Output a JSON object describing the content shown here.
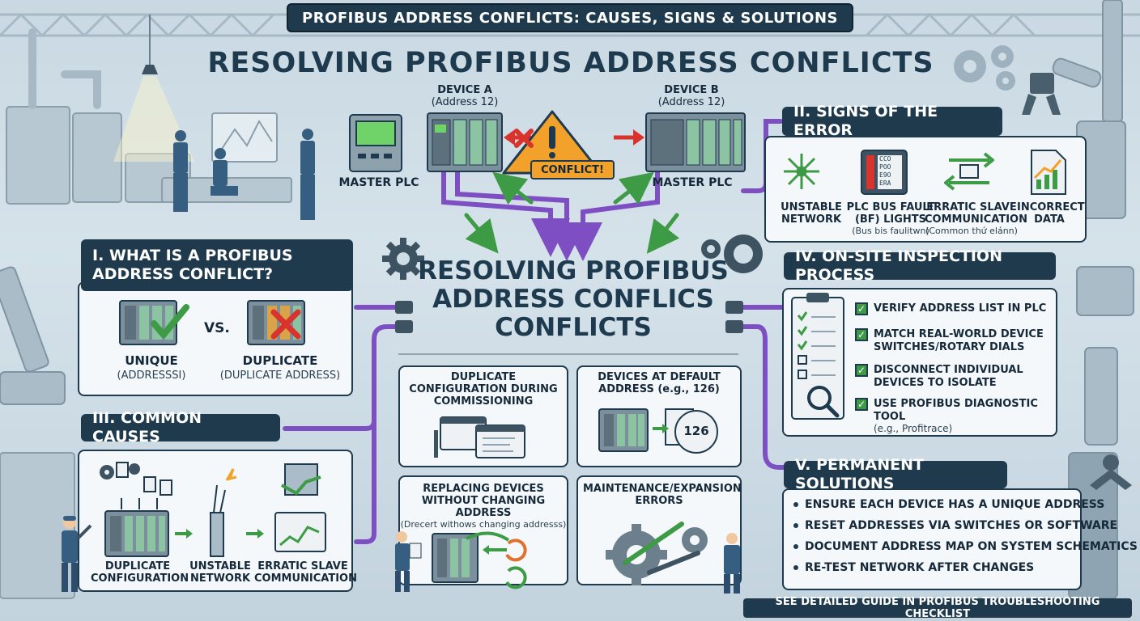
{
  "banner": "PROFIBUS ADDRESS CONFLICTS: CAUSES, SIGNS & SOLUTIONS",
  "title": "RESOLVING PROFIBUS ADDRESS CONFLICTS",
  "devices": {
    "device_a_title": "DEVICE A",
    "device_a_addr": "(Address 12)",
    "device_b_title": "DEVICE B",
    "device_b_addr": "(Address 12)",
    "master_left": "MASTER PLC",
    "master_right": "MASTER PLC",
    "conflict_label": "CONFLICT!"
  },
  "center_title": "RESOLVING PROFIBUS ADDRESS CONFLICS CONFLICTS",
  "section1": {
    "header": "I. WHAT IS A PROFIBUS ADDRESS CONFLICT?",
    "vs": "VS.",
    "unique_label": "UNIQUE",
    "unique_sub": "(ADDRESSSI)",
    "duplicate_label": "DUPLICATE",
    "duplicate_sub": "(DUPLICATE ADDRESS)"
  },
  "section2": {
    "header": "II. SIGNS OF THE ERROR",
    "items": [
      {
        "label": "UNSTABLE NETWORK",
        "sub": ""
      },
      {
        "label": "PLC BUS FAULT (BF) LIGHTS",
        "sub": "(Bus bis faulitwn)"
      },
      {
        "label": "ERRATIC SLAVE COMMUNICATION",
        "sub": "(Common thứ elánn)"
      },
      {
        "label": "INCORRECT DATA",
        "sub": ""
      }
    ],
    "lamp_text": [
      "CCO",
      "POO",
      "E9O",
      "ERA"
    ]
  },
  "section3": {
    "header": "III. COMMON CAUSES",
    "flow": [
      "DUPLICATE CONFIGURATION",
      "UNSTABLE NETWORK",
      "ERRATIC SLAVE COMMUNICATION"
    ],
    "causes": [
      {
        "label": "DUPLICATE CONFIGURATION DURING COMMISSIONING",
        "sub": ""
      },
      {
        "label": "DEVICES AT DEFAULT ADDRESS (e.g., 126)",
        "sub": ""
      },
      {
        "label": "REPLACING DEVICES WITHOUT CHANGING ADDRESS",
        "sub": "(Drecert withows changing addresss)"
      },
      {
        "label": "MAINTENANCE/EXPANSION ERRORS",
        "sub": ""
      }
    ],
    "default_address": "126"
  },
  "section4": {
    "header": "IV. ON-SITE INSPECTION PROCESS",
    "steps": [
      {
        "text": "VERIFY ADDRESS LIST IN PLC",
        "note": ""
      },
      {
        "text": "MATCH REAL-WORLD DEVICE SWITCHES/ROTARY DIALS",
        "note": ""
      },
      {
        "text": "DISCONNECT INDIVIDUAL DEVICES TO ISOLATE",
        "note": ""
      },
      {
        "text": "USE PROFIBUS DIAGNOSTIC TOOL",
        "note": "(e.g., Profitrace)"
      }
    ]
  },
  "section5": {
    "header": "V. PERMANENT SOLUTIONS",
    "items": [
      "ENSURE EACH DEVICE HAS A UNIQUE ADDRESS",
      "RESET ADDRESSES VIA SWITCHES OR SOFTWARE",
      "DOCUMENT ADDRESS MAP ON SYSTEM SCHEMATICS",
      "RE-TEST NETWORK AFTER CHANGES"
    ]
  },
  "footer": "SEE DETAILED GUIDE IN PROFIBUS TROUBLESHOOTING CHECKLIST",
  "colors": {
    "navy": "#1f3a4d",
    "purple": "#7e4fc2",
    "green": "#3d9a45",
    "red": "#d8332c",
    "warning": "#f2a12a",
    "background": "#cfdde6"
  },
  "icons": [
    "gear-icon",
    "warning-icon",
    "check-icon",
    "cross-icon",
    "magnifier-icon",
    "network-icon",
    "clipboard-icon",
    "chart-icon",
    "robot-arm-icon"
  ]
}
